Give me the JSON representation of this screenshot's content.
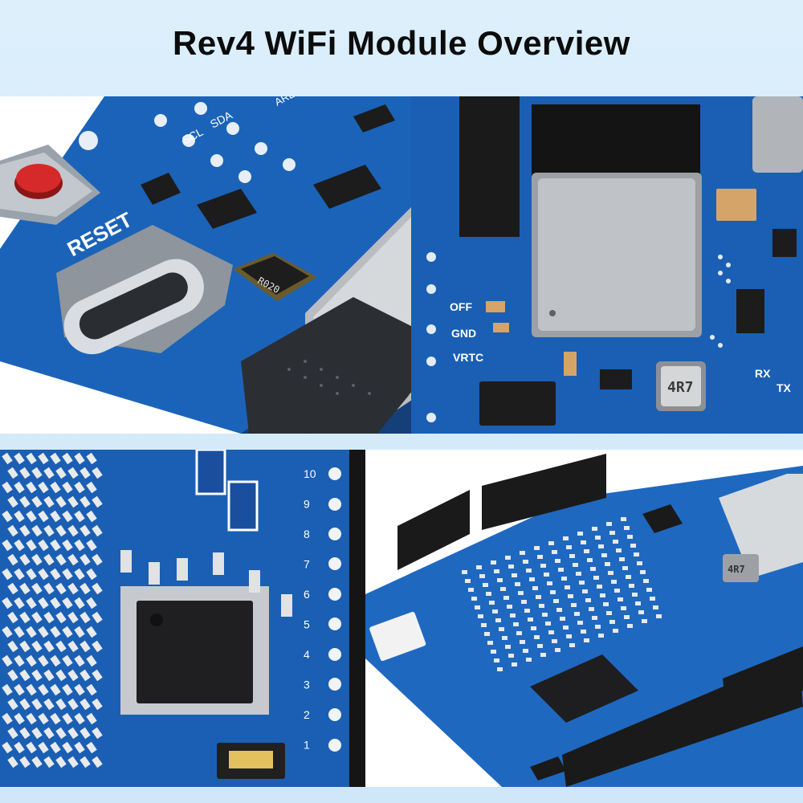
{
  "page": {
    "title": "Rev4 WiFi Module Overview"
  },
  "panel1": {
    "reset_label": "RESET",
    "scl_label": "SCL",
    "sda_label": "SDA",
    "aref_label": "AREF",
    "resistor_marking": "R020"
  },
  "panel2": {
    "off_label": "OFF",
    "gnd_label": "GND",
    "vrtc_label": "VRTC",
    "inductor_marking": "4R7",
    "rx_label": "RX",
    "tx_label": "TX"
  },
  "panel3": {
    "pin_numbers": [
      "10",
      "9",
      "8",
      "7",
      "6",
      "5",
      "4",
      "3",
      "2",
      "1"
    ]
  },
  "panel4": {
    "inductor_marking": "4R7"
  },
  "colors": {
    "pcb_blue": "#1a5fb4",
    "pcb_dark": "#134a8f",
    "silver": "#c9c9c9",
    "reset_red": "#d62a2a"
  }
}
